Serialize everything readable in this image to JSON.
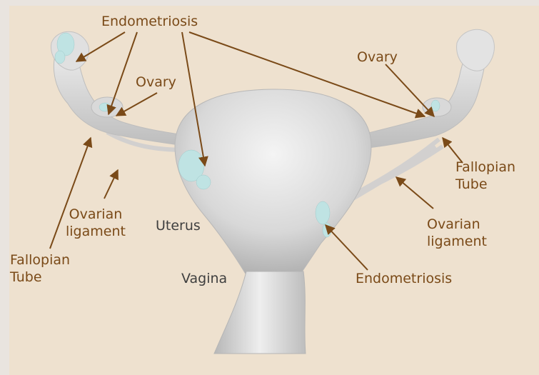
{
  "labels": {
    "endometriosis_top": "Endometriosis",
    "ovary_left": "Ovary",
    "ovary_right": "Ovary",
    "fallopian_tube_left": [
      "Fallopian",
      "Tube"
    ],
    "fallopian_tube_right": [
      "Fallopian",
      "Tube"
    ],
    "ovarian_ligament_left": [
      "Ovarian",
      "ligament"
    ],
    "ovarian_ligament_right": [
      "Ovarian",
      "ligament"
    ],
    "uterus": "Uterus",
    "vagina": "Vagina",
    "endometriosis_bottom": "Endometriosis"
  },
  "colors": {
    "background": "#eee1cf",
    "label_text": "#7a4a18",
    "organ_text": "#3f3f3f",
    "arrow": "#7a4a18",
    "organ": "#d7d7d7",
    "endometriosis_spots": "#bfe3e3"
  }
}
